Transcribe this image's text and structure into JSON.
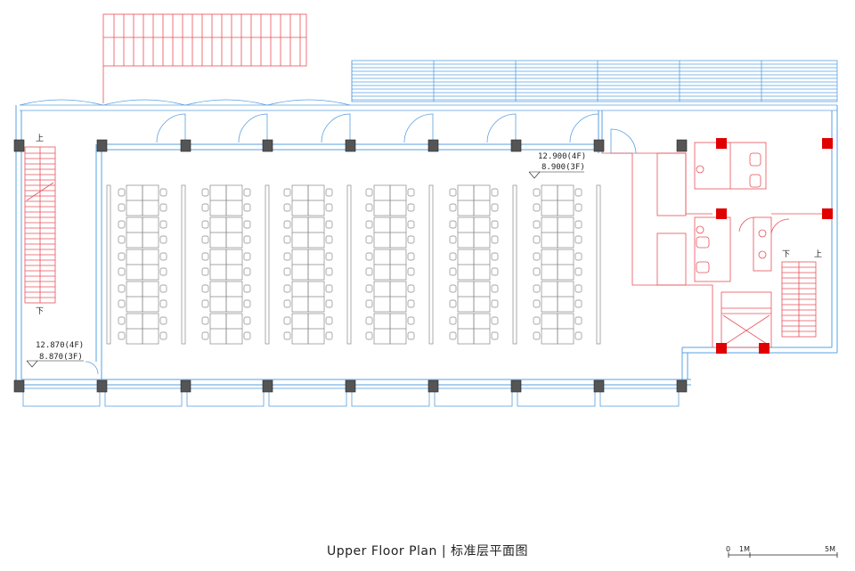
{
  "drawing": {
    "title": "Upper Floor Plan | 标准层平面图",
    "levels": {
      "left_upper": "12.870(4F)",
      "left_lower": "8.870(3F)",
      "right_upper": "12.900(4F)",
      "right_lower": "8.900(3F)"
    },
    "stair_marks": {
      "left_up": "上",
      "left_down": "下",
      "right_down": "下",
      "right_up": "上"
    },
    "scale_bar": {
      "zero": "0",
      "one": "1M",
      "five": "5M"
    }
  },
  "colors": {
    "structure": "#5aa0e0",
    "core": "#e8505a",
    "column": "#555555",
    "core_column": "#e00000",
    "furniture": "#888888"
  }
}
